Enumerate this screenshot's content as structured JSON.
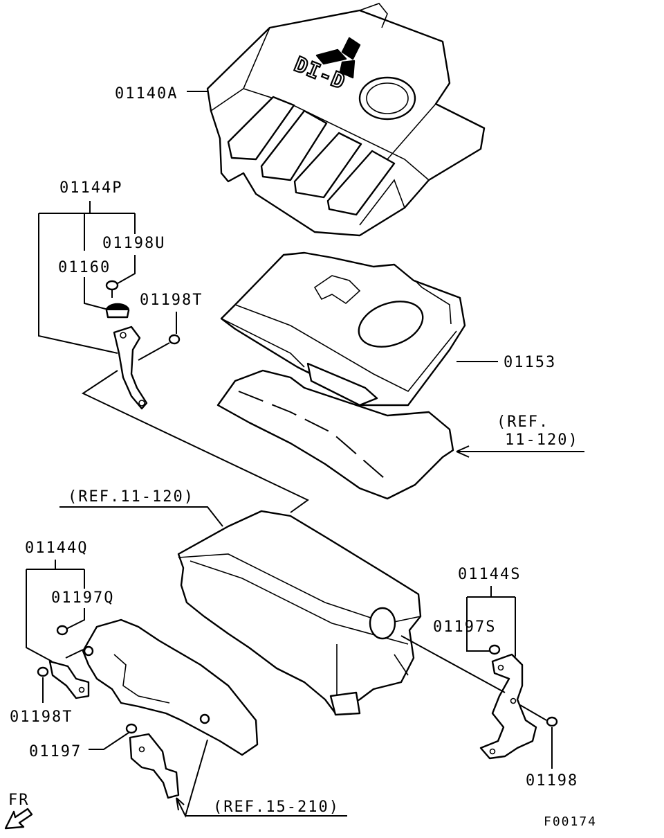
{
  "labels": {
    "engine_cover": "01140A",
    "bracket_kit_p": "01144P",
    "bolt_u": "01198U",
    "grommet": "01160",
    "bolt_t_upper": "01198T",
    "cover_insulator": "01153",
    "ref_right_1": "(REF.",
    "ref_right_2": "11-120)",
    "ref_center": "(REF.11-120)",
    "bracket_kit_q": "01144Q",
    "bolt_q": "01197Q",
    "bolt_t_lower": "01198T",
    "bolt_lower": "01197",
    "ref_bottom": "(REF.15-210)",
    "bracket_kit_s": "01144S",
    "bolt_s": "01197S",
    "bolt_right": "01198",
    "front_indicator": "FR",
    "figure_code": "F00174"
  },
  "emblem_text": "DI-D"
}
